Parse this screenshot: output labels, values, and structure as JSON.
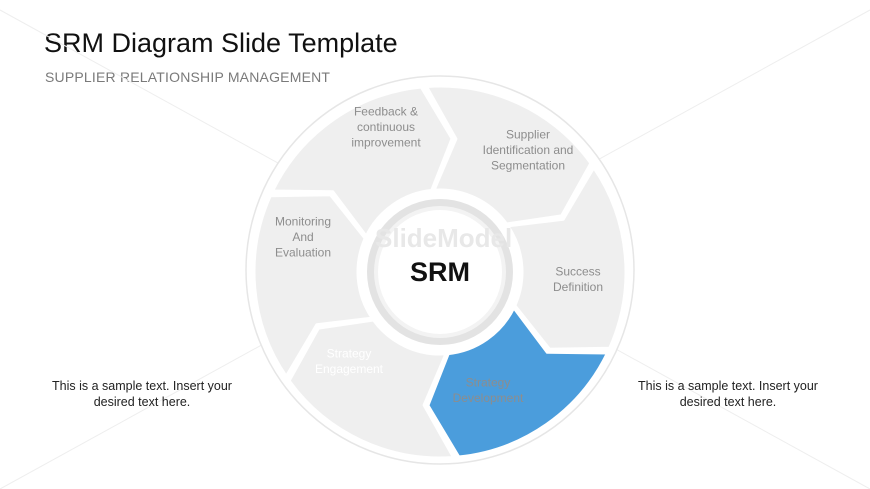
{
  "title": "SRM Diagram Slide Template",
  "subtitle": "SUPPLIER RELATIONSHIP MANAGEMENT",
  "center_label": "SRM",
  "watermark": "SlideModel",
  "colors": {
    "segment": "#efefef",
    "active": "#4b9ddc",
    "ring": "#ffffff"
  },
  "segments": [
    {
      "lines": [
        "Feedback &",
        "continuous",
        "improvement"
      ],
      "active": false
    },
    {
      "lines": [
        "Supplier",
        "Identification and",
        "Segmentation"
      ],
      "active": false
    },
    {
      "lines": [
        "Success",
        "Definition"
      ],
      "active": false
    },
    {
      "lines": [
        "Strategy",
        "Development"
      ],
      "active": false
    },
    {
      "lines": [
        "Strategy",
        "Engagement"
      ],
      "active": true
    },
    {
      "lines": [
        "Monitoring",
        "And",
        "Evaluation"
      ],
      "active": false
    }
  ],
  "notes": {
    "left": "This is a sample text. Insert your desired text here.",
    "right": "This is a sample text. Insert your desired text here."
  }
}
